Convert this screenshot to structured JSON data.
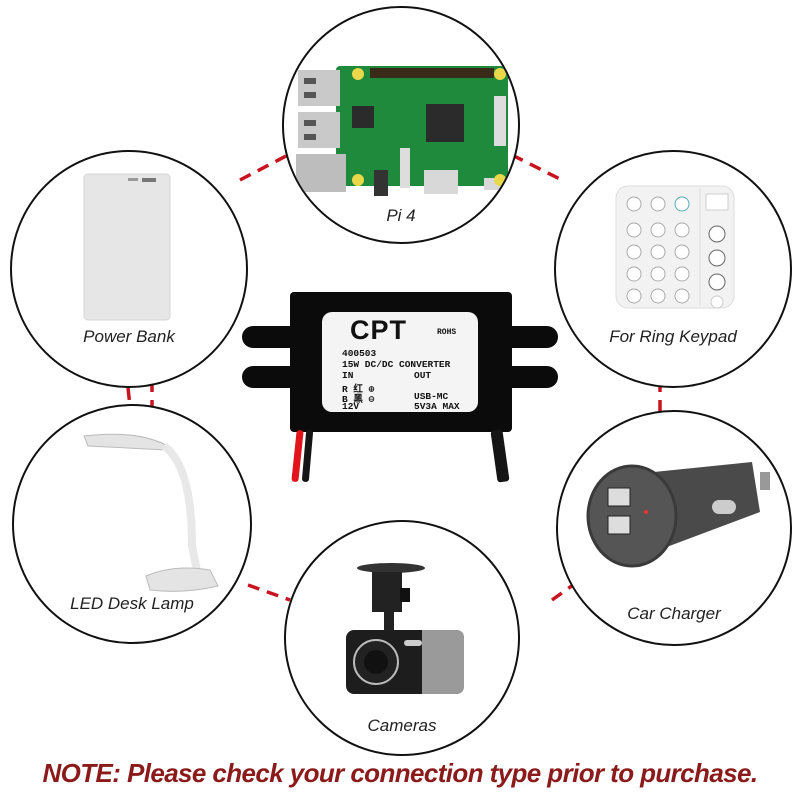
{
  "product": {
    "brand": "CPT",
    "certification": "ROHS",
    "model": "400503",
    "description": "15W DC/DC CONVERTER",
    "input_label": "IN",
    "output_label": "OUT",
    "red_wire": "R 红 ⊕",
    "black_wire": "B 黑 ⊖",
    "input_voltage": "12V",
    "output_connector": "USB-MC",
    "output_rating": "5V3A MAX"
  },
  "devices": [
    {
      "id": "pi4",
      "label": "Pi 4"
    },
    {
      "id": "power-bank",
      "label": "Power Bank"
    },
    {
      "id": "ring-keypad",
      "label": "For Ring Keypad"
    },
    {
      "id": "led-desk-lamp",
      "label": "LED Desk Lamp"
    },
    {
      "id": "car-charger",
      "label": "Car Charger"
    },
    {
      "id": "cameras",
      "label": "Cameras"
    }
  ],
  "note": "NOTE: Please check your connection type prior to purchase.",
  "colors": {
    "connector_line": "#c8141e",
    "note_text": "#8b1a1a",
    "circle_border": "#111111",
    "converter_body": "#0b0b0b",
    "pcb_green": "#1f8a3c"
  }
}
